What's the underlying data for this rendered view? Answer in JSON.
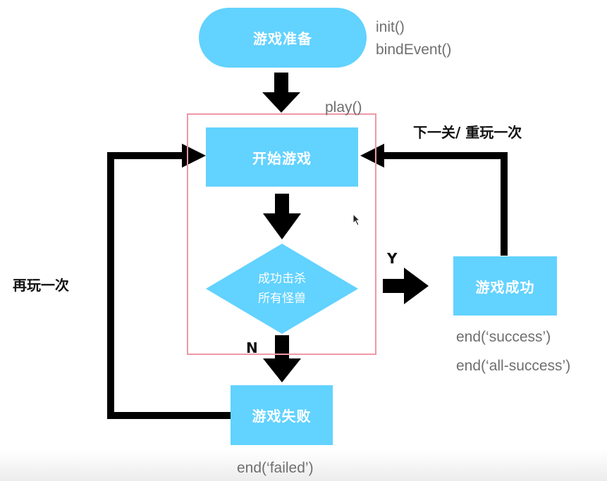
{
  "diagram": {
    "title": "游戏流程",
    "nodes": {
      "prepare": {
        "label": "游戏准备",
        "shape": "rounded-pill",
        "methods": [
          "init()",
          "bindEvent()"
        ]
      },
      "start": {
        "label": "开始游戏",
        "shape": "rectangle",
        "method": "play()"
      },
      "decision": {
        "line1": "成功击杀",
        "line2": "所有怪兽",
        "shape": "diamond"
      },
      "success": {
        "label": "游戏成功",
        "shape": "rectangle",
        "methods": [
          "end(‘success’)",
          "end(‘all-success’)"
        ]
      },
      "failed": {
        "label": "游戏失败",
        "shape": "rectangle",
        "method": "end(‘failed’)"
      }
    },
    "edges": [
      {
        "from": "prepare",
        "to": "start",
        "label": ""
      },
      {
        "from": "start",
        "to": "decision",
        "label": ""
      },
      {
        "from": "decision",
        "to": "success",
        "label": "Y"
      },
      {
        "from": "decision",
        "to": "failed",
        "label": "N"
      },
      {
        "from": "success",
        "to": "start",
        "label": "下一关/ 重玩一次"
      },
      {
        "from": "failed",
        "to": "start",
        "label": "再玩一次"
      }
    ],
    "colors": {
      "node_fill": "#62d2ff",
      "node_text": "#ffffff",
      "frame": "#ef98a8",
      "arrow": "#000000",
      "code_text": "#6f6f6f"
    }
  }
}
